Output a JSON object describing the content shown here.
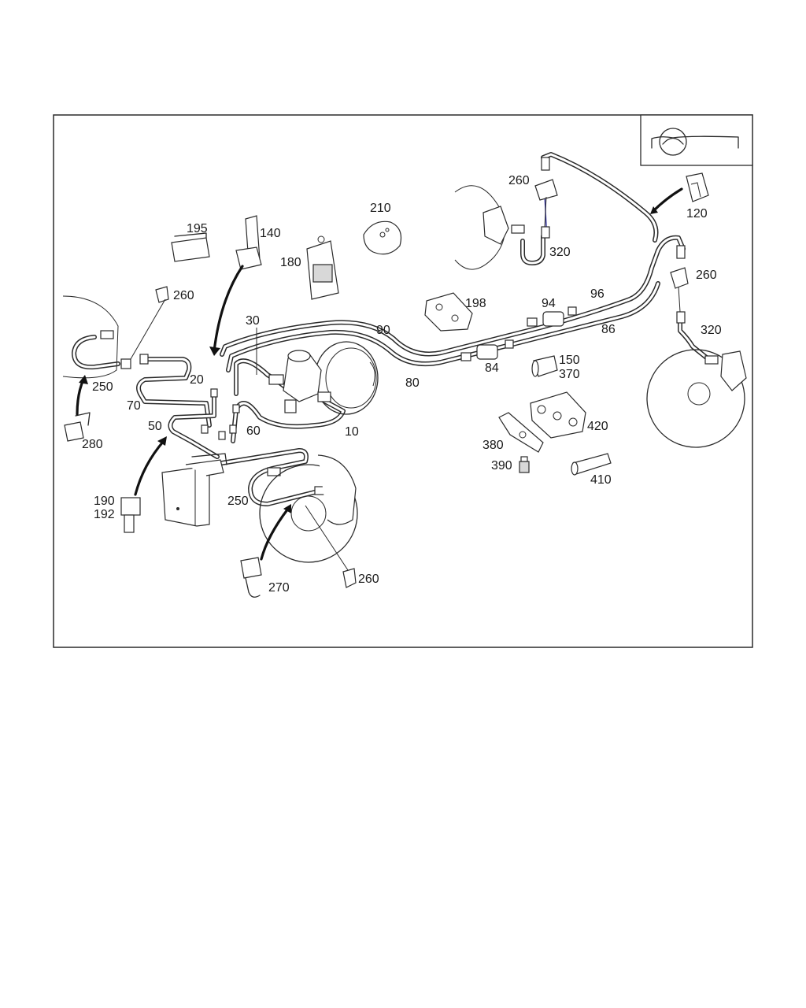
{
  "labels": {
    "p10": "10",
    "p20": "20",
    "p30": "30",
    "p50": "50",
    "p60": "60",
    "p70": "70",
    "p80": "80",
    "p84": "84",
    "p86": "86",
    "p90": "90",
    "p94": "94",
    "p96": "96",
    "p120": "120",
    "p140": "140",
    "p150": "150",
    "p370": "370",
    "p180": "180",
    "p190": "190",
    "p192": "192",
    "p195": "195",
    "p198": "198",
    "p210": "210",
    "p250a": "250",
    "p250b": "250",
    "p260a": "260",
    "p260b": "260",
    "p260c": "260",
    "p260d": "260",
    "p270": "270",
    "p280": "280",
    "p320a": "320",
    "p320b": "320",
    "p380": "380",
    "p390": "390",
    "p410": "410",
    "p420": "420"
  },
  "colors": {
    "line": "#2a2a2a",
    "background": "#ffffff",
    "accent_wire": "#3a3aa0"
  },
  "icons": {
    "corner_logo": "brake-system-logo-icon"
  }
}
